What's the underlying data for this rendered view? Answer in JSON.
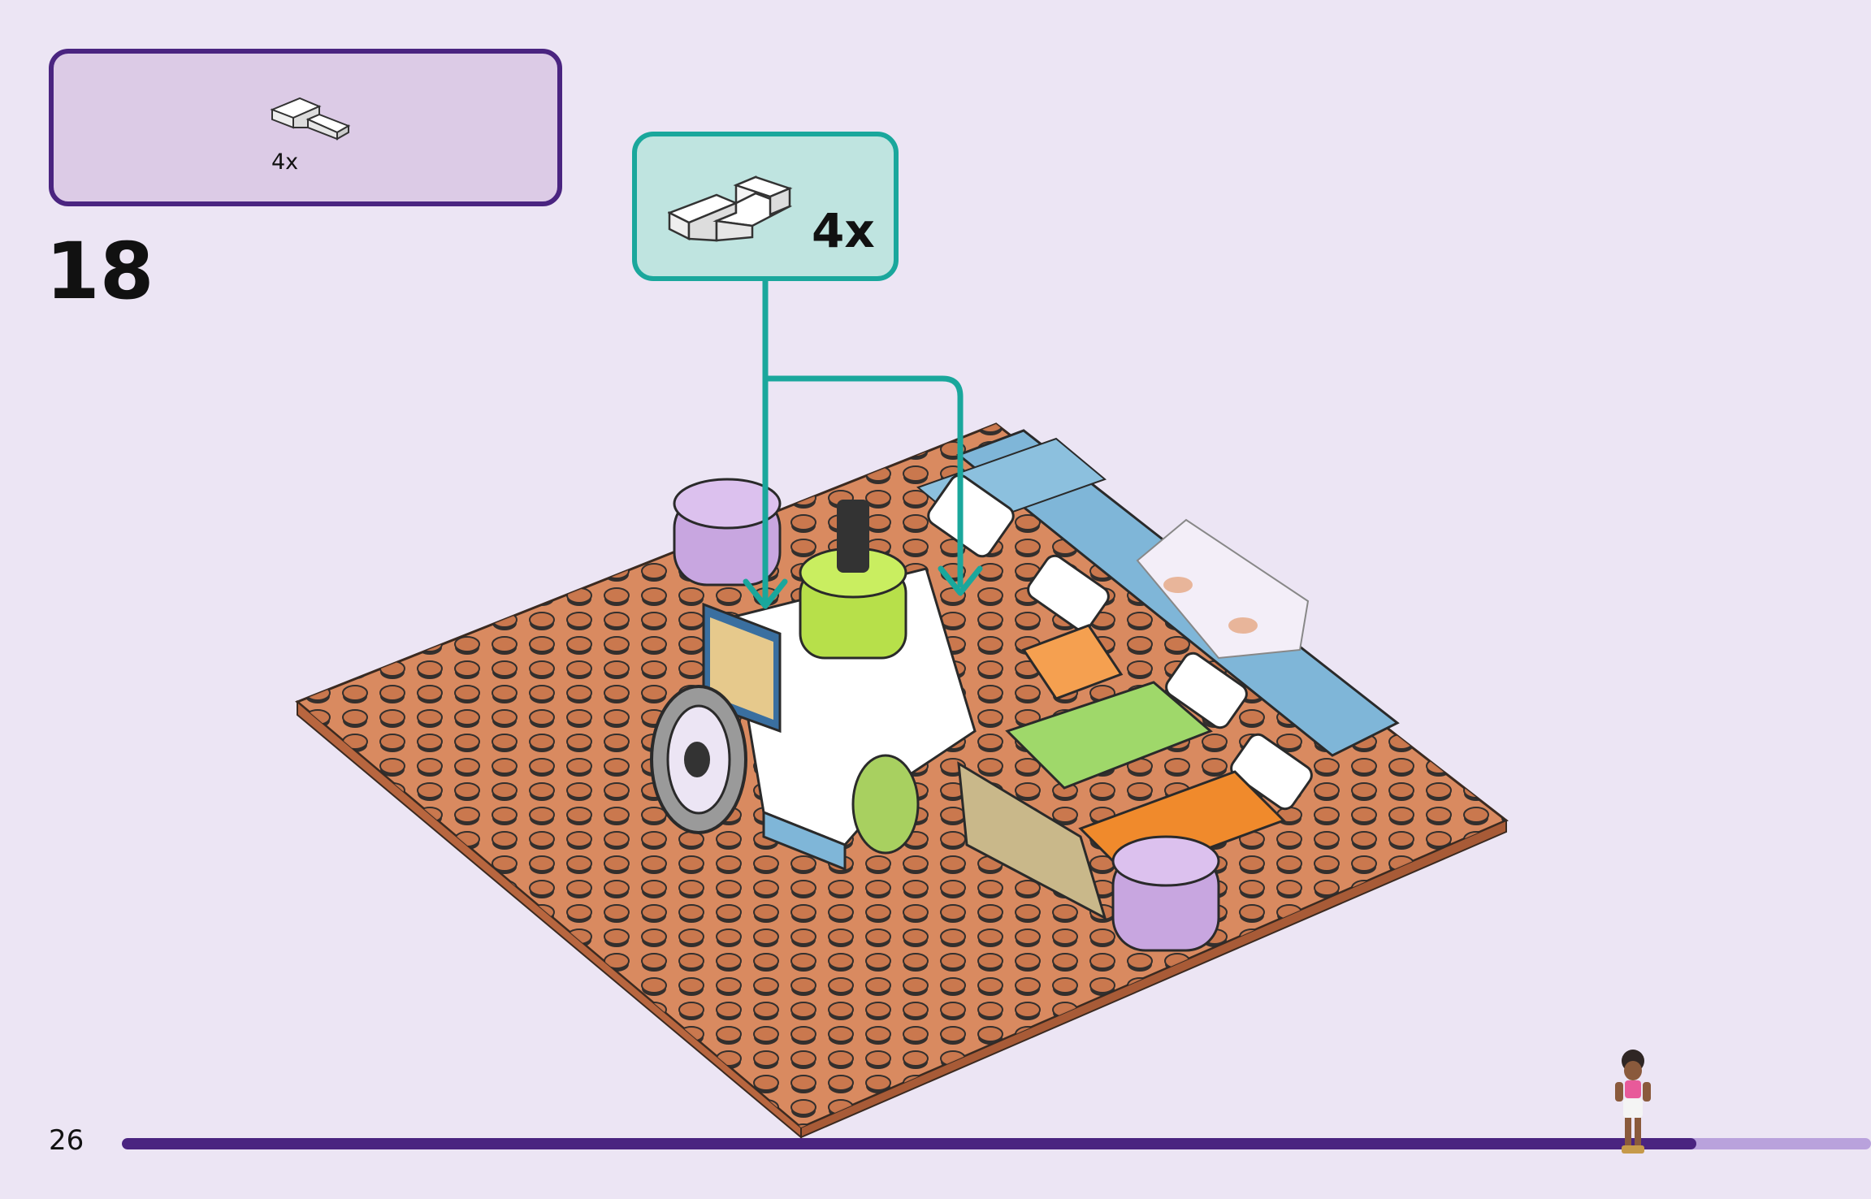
{
  "parts_panel": {
    "quantity": "4x",
    "piece_icon": "white-slope-brick-icon"
  },
  "step": {
    "number": "18"
  },
  "callout": {
    "quantity": "4x",
    "piece_icon": "white-slope-brick-icon"
  },
  "page": {
    "number": "26"
  },
  "progress": {
    "fraction": 0.9
  },
  "colors": {
    "background": "#ece5f4",
    "parts_border": "#4a2480",
    "parts_fill": "#dccbe6",
    "callout_border": "#1aa79c",
    "callout_fill": "#bfe4e0",
    "baseplate": "#d98a60",
    "progress_done": "#4a2480",
    "progress_rest": "#b9a2dc"
  }
}
